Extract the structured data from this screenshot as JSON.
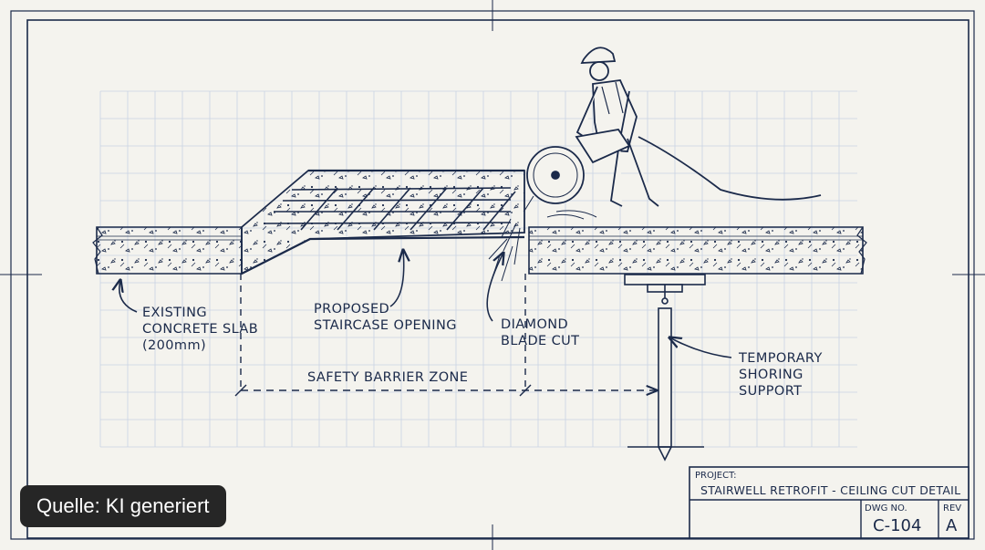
{
  "labels": {
    "existing_slab": [
      "EXISTING",
      "CONCRETE SLAB",
      "(200mm)"
    ],
    "proposed_opening": [
      "PROPOSED",
      "STAIRCASE OPENING"
    ],
    "diamond_cut": [
      "DIAMOND",
      "BLADE CUT"
    ],
    "shoring": [
      "TEMPORARY",
      "SHORING",
      "SUPPORT"
    ],
    "barrier_zone": "SAFETY BARRIER ZONE"
  },
  "title_block": {
    "project_label": "PROJECT:",
    "project_title": "STAIRWELL RETROFIT - CEILING CUT DETAIL",
    "dwg_label": "DWG NO.",
    "dwg_no": "C-104",
    "rev_label": "REV",
    "rev": "A"
  },
  "source_badge": "Quelle: KI generiert",
  "colors": {
    "ink": "#1b2a4a",
    "paper": "#f4f3ee",
    "grid": "#c9d3e3",
    "badge": "#262626"
  }
}
